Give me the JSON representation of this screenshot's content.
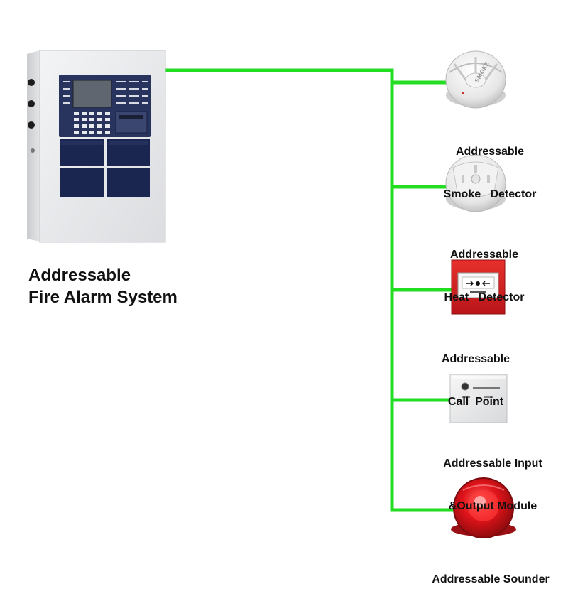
{
  "title": {
    "line1": "Addressable",
    "line2": "Fire Alarm System"
  },
  "devices": [
    {
      "id": "smoke",
      "line1": "Addressable",
      "line2": "Smoke   Detector"
    },
    {
      "id": "heat",
      "line1": "Addressable",
      "line2": "Heat   Detector"
    },
    {
      "id": "callpoint",
      "line1": "Addressable",
      "line2": "Call  Point"
    },
    {
      "id": "module",
      "line1": "Addressable Input",
      "line2": "&Output Module"
    },
    {
      "id": "sounder",
      "line1": "Addressable Sounder",
      "line2": ""
    }
  ],
  "colors": {
    "bus_line": "#22dd22",
    "panel_body": "#e9eaec",
    "panel_front": "#1f2a52",
    "callpoint_red": "#d8221f",
    "sounder_red": "#e0141a"
  },
  "icons": [
    "fire-alarm-control-panel",
    "smoke-detector-icon",
    "heat-detector-icon",
    "call-point-icon",
    "io-module-icon",
    "sounder-icon"
  ]
}
